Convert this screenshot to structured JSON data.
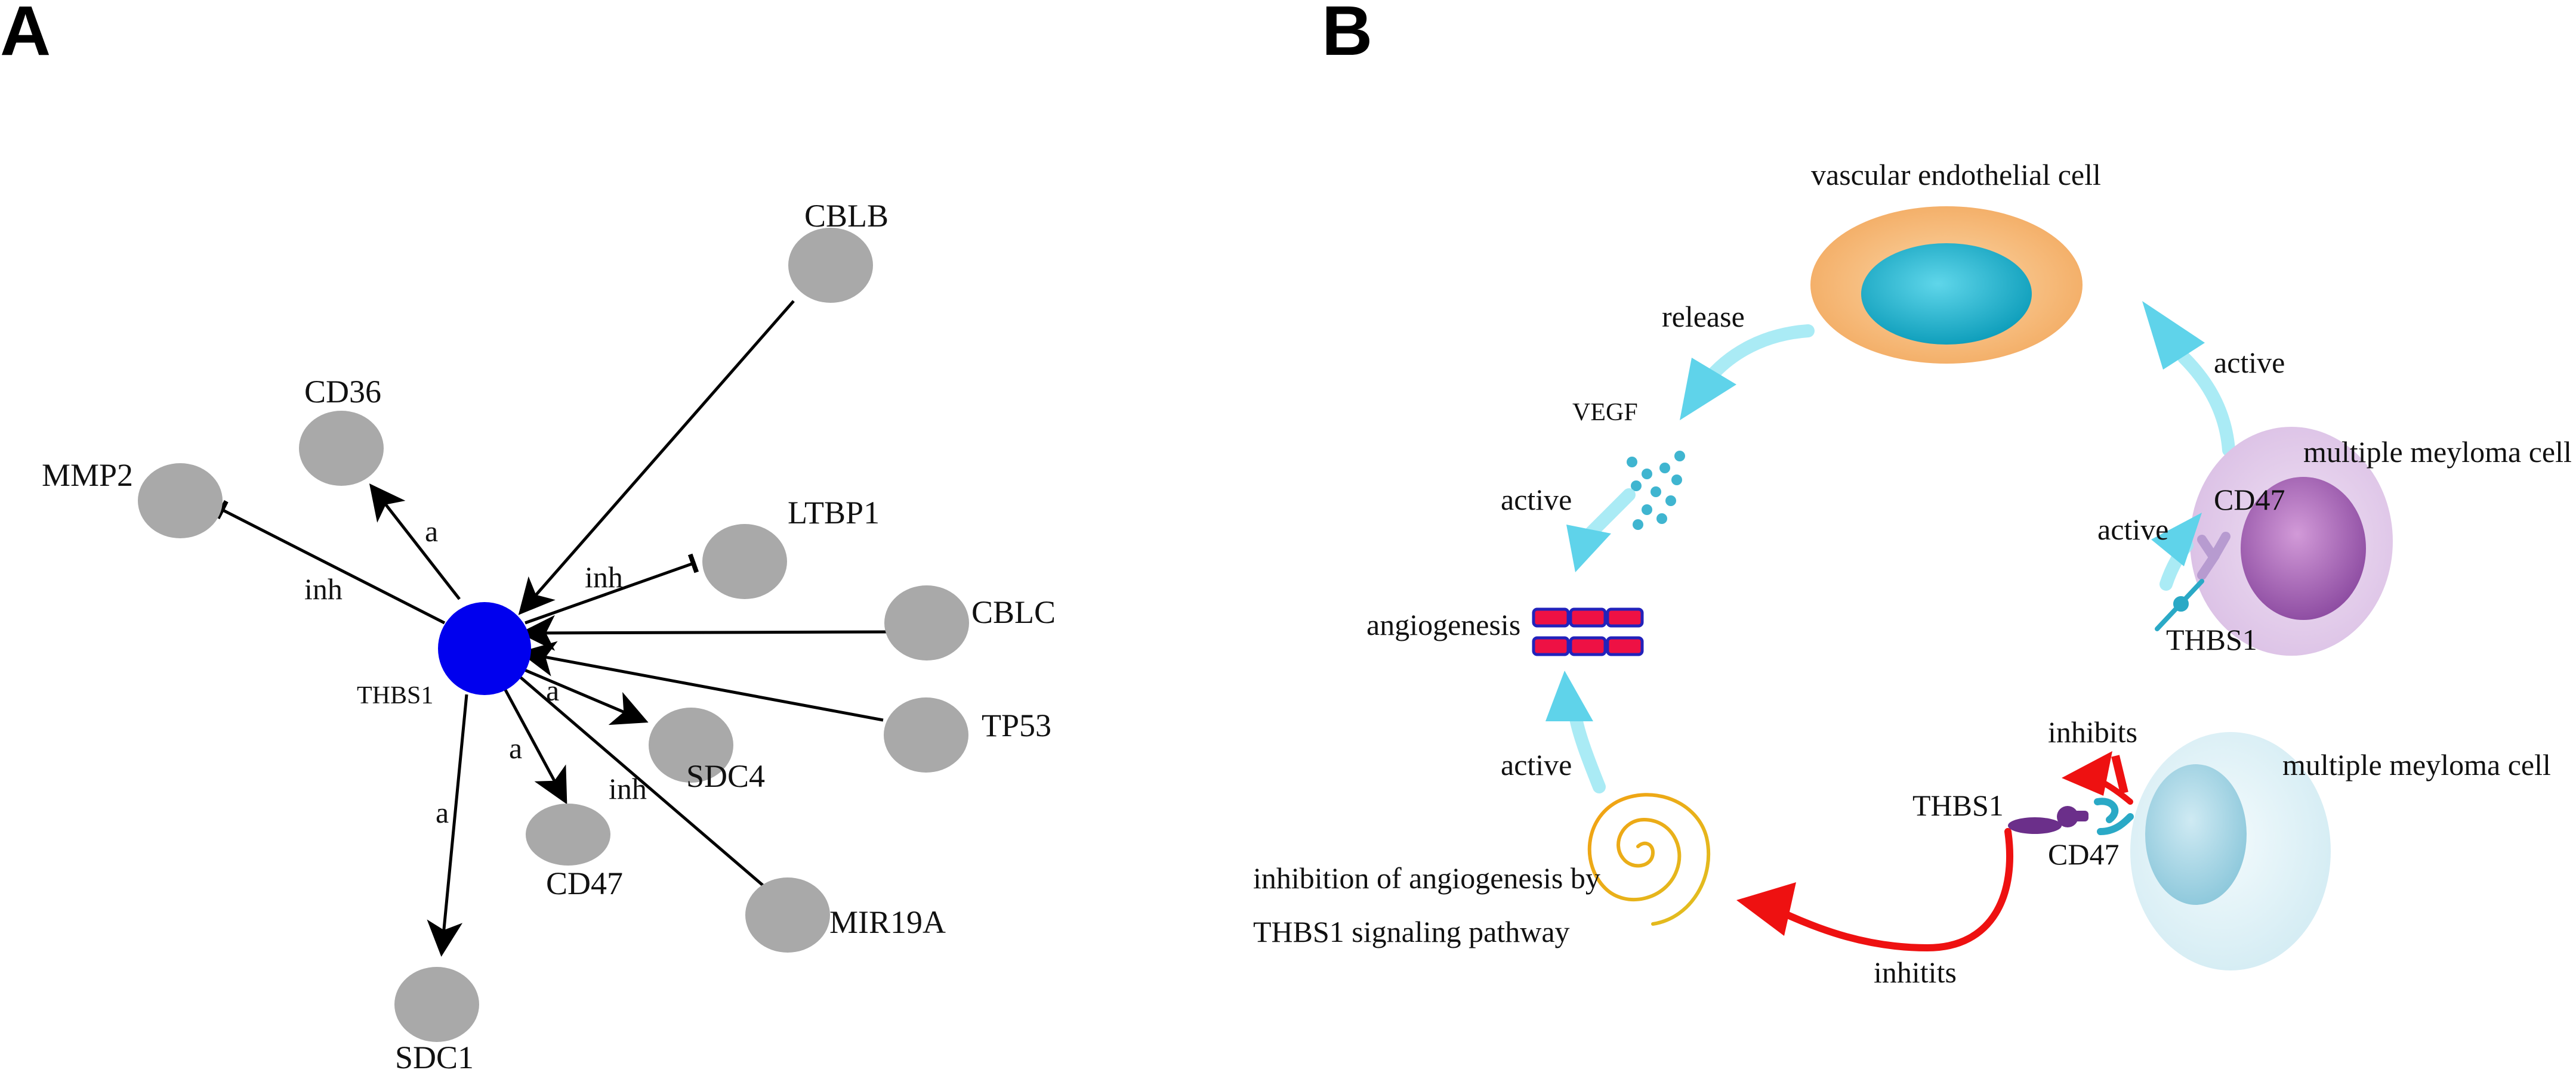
{
  "panel_a": {
    "letter": "A",
    "center_label": "THBS1",
    "nodes": {
      "cblb": "CBLB",
      "cd36": "CD36",
      "mmp2": "MMP2",
      "ltbp1": "LTBP1",
      "cblc": "CBLC",
      "tp53": "TP53",
      "sdc4": "SDC4",
      "cd47": "CD47",
      "mir19a": "MIR19A",
      "sdc1": "SDC1"
    },
    "edge_labels": {
      "cd36": "a",
      "mmp2": "inh",
      "ltbp1": "inh",
      "sdc4": "a",
      "cd47": "a",
      "mir19a": "inh",
      "sdc1": "a"
    },
    "colors": {
      "center": "#0000ee",
      "node": "#a9a9a9",
      "edge": "#000000"
    }
  },
  "panel_b": {
    "letter": "B",
    "endothelial_cell": "vascular endothelial cell",
    "release": "release",
    "vegf": "VEGF",
    "active_vegf": "active",
    "angiogenesis": "angiogenesis",
    "active_spiral": "active",
    "inhibition_line1": "inhibition of angiogenesis by",
    "inhibition_line2": "THBS1 signaling pathway",
    "active_top_right": "active",
    "myeloma_cell_top": "multiple meyloma cell",
    "cd47_top": "CD47",
    "active_thbs1": "active",
    "thbs1_top": "THBS1",
    "inhibits": "inhibits",
    "myeloma_cell_bottom": "multiple meyloma cell",
    "thbs1_bottom": "THBS1",
    "cd47_bottom": "CD47",
    "inhitits": "inhitits",
    "colors": {
      "cyan_arrow": "#7fdfef",
      "red_arrow": "#ee1111",
      "endothelial_outer": "#f7b877",
      "endothelial_nucleus": "#1ab3cc",
      "myeloma_purple": "#a060b0",
      "myeloma_blue": "#a8d8e8",
      "vegf_dots": "#3fb5d0"
    }
  }
}
